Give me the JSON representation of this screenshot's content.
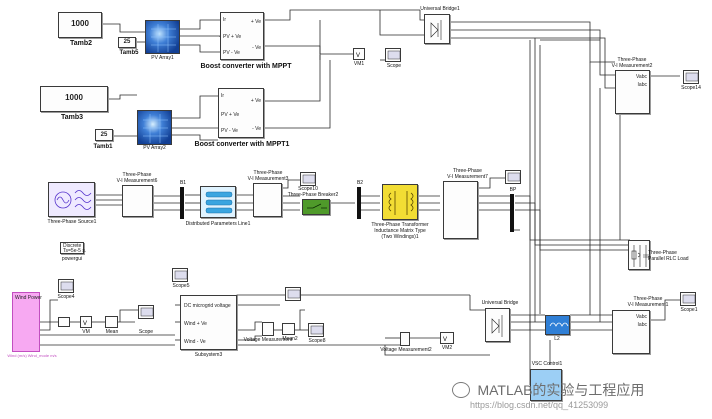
{
  "constants": {
    "tamb2_value": "1000",
    "tamb2_name": "Tamb2",
    "tamb5_value": "25",
    "tamb5_name": "Tamb5",
    "tamb3_value": "1000",
    "tamb3_name": "Tamb3",
    "tamb1_value": "25",
    "tamb1_name": "Tamb1"
  },
  "pv": {
    "array1": "PV Array1",
    "array2": "PV Array2"
  },
  "boost": {
    "b1_label": "Boost converter with MPPT",
    "b2_label": "Boost converter with MPPT1",
    "port_ir": "Ir",
    "port_pvp": "PV + Ve",
    "port_pvm": "PV - Ve",
    "port_vep": "+ Ve",
    "port_vem": "- Ve"
  },
  "top": {
    "bridge1": "Universal Bridge1",
    "vm1": "VM1",
    "scope": "Scope",
    "meas2": "Three-Phase\nV-I Measurement2",
    "scope14": "Scope14",
    "port_vabc": "Vabc",
    "port_iabc": "Iabc"
  },
  "middle": {
    "source": "Three-Phase Source1",
    "meas6": "Three-Phase\nV-I Measurement6",
    "b1": "B1",
    "dist_line": "Distributed Parameters Line1",
    "meas3": "Three-Phase\nV-I Measurement3",
    "scope10": "Scope10",
    "breaker": "Three-Phase Breaker2",
    "b2": "B2",
    "transformer": "Three-Phase Transformer\nInductance Matrix Type\n(Two Windings)1",
    "meas7": "Three-Phase\nV-I Measurement7",
    "bp": "BP",
    "rlc": "Three-Phase\nParallel RLC Load"
  },
  "powergui": {
    "line1": "Discrete",
    "line2": "Ts=5e-5 s.",
    "name": "powergui"
  },
  "bottom": {
    "wind": "Wind Power",
    "wind_sub": "Wind (m/s)  Wind_mode  m/s",
    "scope4": "Scope4",
    "vm": "VM",
    "mean": "Mean",
    "scope": "Scope",
    "scope5": "Scope5",
    "subsystem_dc": "DC microgrid voltage",
    "subsystem_in1": "Wind + Ve",
    "subsystem_in2": "Wind - Ve",
    "subsystem": "Subsystem3",
    "vmeas": "Voltage Measurement",
    "mean2": "Mean2",
    "scope8": "Scope8",
    "vmeas2": "Voltage Measurement2",
    "vm2": "VM2",
    "bridge": "Universal Bridge",
    "l2": "L2",
    "vsc": "VSC Control1",
    "meas1": "Three-Phase\nV-I Measurement1",
    "scope1": "Scope1"
  },
  "watermark": {
    "logo_text": "MATLAB的实验与工程应用",
    "url_text": "https://blog.csdn.net/qq_41253099"
  }
}
